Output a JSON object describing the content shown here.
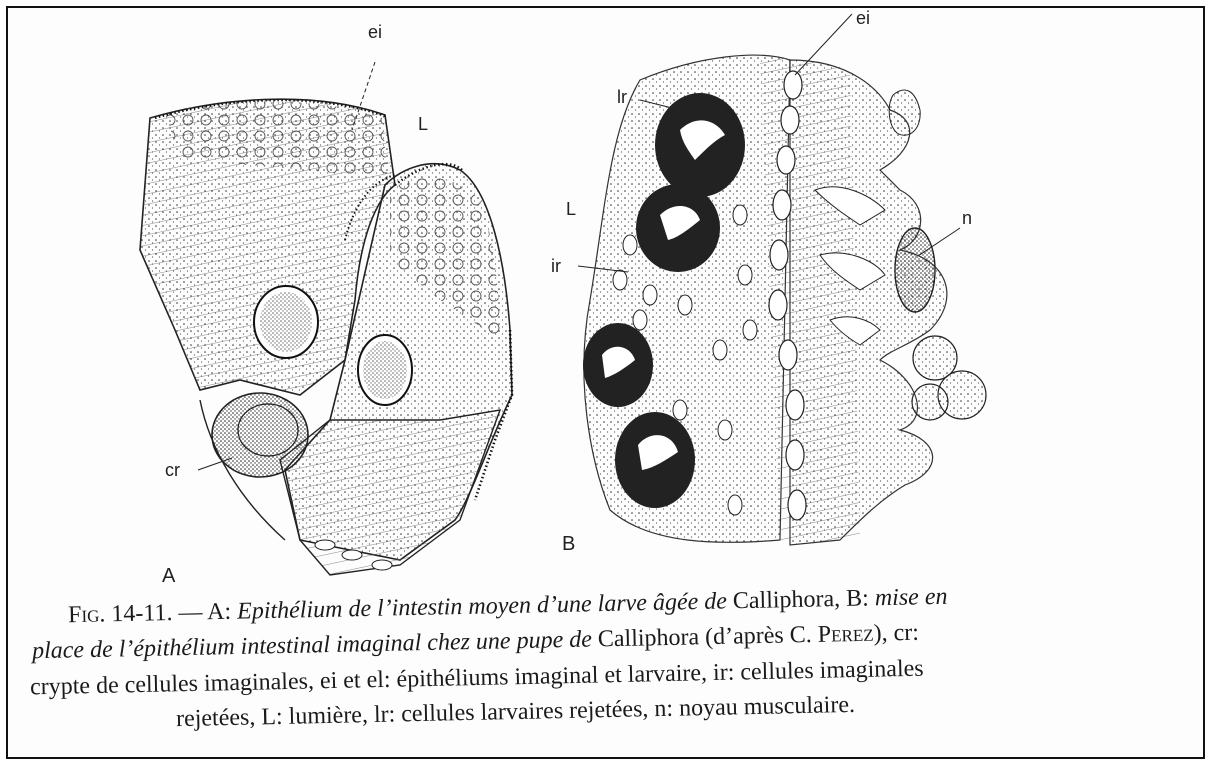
{
  "figure": {
    "panel_labels": {
      "a": "A",
      "b": "B"
    },
    "labels_a": {
      "ei": "ei",
      "L": "L",
      "cr": "cr"
    },
    "labels_b": {
      "ei": "ei",
      "lr": "lr",
      "L": "L",
      "ir": "ir",
      "n": "n"
    }
  },
  "caption": {
    "fig_prefix": "Fig. 14-11.",
    "dash": " — A: ",
    "l1_it": "Epithélium de l’intestin moyen d’une larve âgée de",
    "l1_rom": " Calliphora, B: ",
    "l1_it2": "mise en",
    "l2_it": "place de l’épithélium intestinal imaginal chez une pupe de",
    "l2_rom": " Calliphora (d’après C. ",
    "l2_sc": "Perez",
    "l2_end": "), cr:",
    "l3": "crypte de cellules imaginales, ei et el: épithéliums imaginal et larvaire, ir: cellules imaginales",
    "l4": "rejetées, L: lumière, lr: cellules larvaires rejetées, n: noyau musculaire."
  }
}
